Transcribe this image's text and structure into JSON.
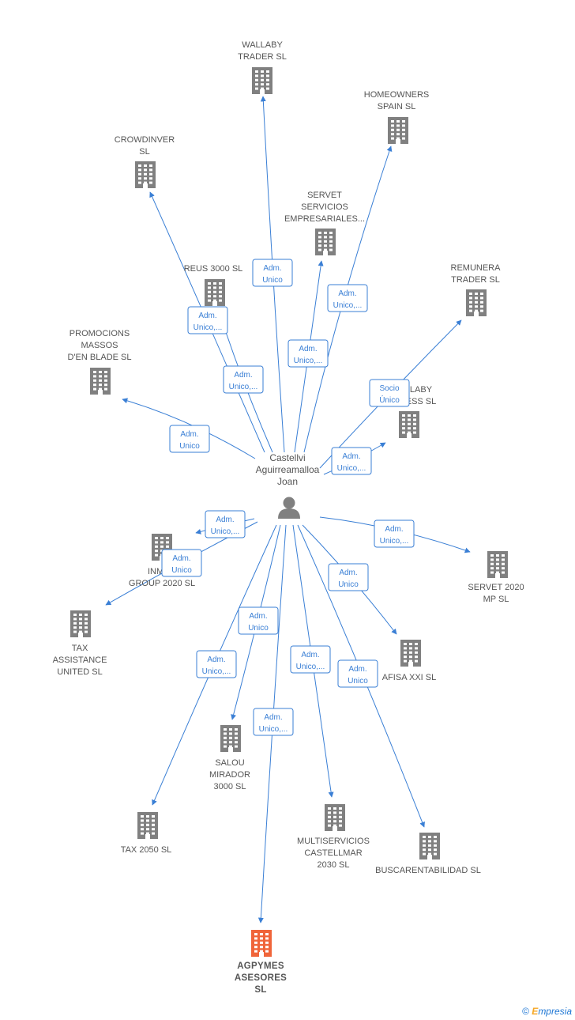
{
  "center": {
    "name_lines": [
      "Castellvi",
      "Aguirreamalloa",
      "Joan"
    ],
    "icon": "person-icon"
  },
  "colors": {
    "edge": "#3a7fd5",
    "building": "#808080",
    "building_primary": "#f0653a"
  },
  "nodes": [
    {
      "id": "wallaby-trader",
      "lines": [
        "WALLABY",
        "TRADER  SL"
      ],
      "primary": false
    },
    {
      "id": "homeowners-spain",
      "lines": [
        "HOMEOWNERS",
        "SPAIN  SL"
      ],
      "primary": false
    },
    {
      "id": "crowdinver",
      "lines": [
        "CROWDINVER",
        "SL"
      ],
      "primary": false
    },
    {
      "id": "servet-servicios",
      "lines": [
        "SERVET",
        "SERVICIOS",
        "EMPRESARIALES..."
      ],
      "primary": false
    },
    {
      "id": "reus-3000",
      "lines": [
        "REUS 3000  SL"
      ],
      "primary": false
    },
    {
      "id": "remunera-trader",
      "lines": [
        "REMUNERA",
        "TRADER SL"
      ],
      "primary": false
    },
    {
      "id": "promocions-massos",
      "lines": [
        "PROMOCIONS",
        "MASSOS",
        "D'EN BLADE  SL"
      ],
      "primary": false
    },
    {
      "id": "wallaby-business",
      "lines": [
        "LABY",
        "ESS  SL"
      ],
      "primary": false
    },
    {
      "id": "inmos-group",
      "lines": [
        "INMOS",
        "GROUP 2020  SL"
      ],
      "primary": false
    },
    {
      "id": "servet-2020-mp",
      "lines": [
        "SERVET 2020",
        "MP  SL"
      ],
      "primary": false
    },
    {
      "id": "tax-assistance",
      "lines": [
        "TAX",
        "ASSISTANCE",
        "UNITED  SL"
      ],
      "primary": false
    },
    {
      "id": "afisa-xxi",
      "lines": [
        "AFISA XXI  SL"
      ],
      "primary": false
    },
    {
      "id": "salou-mirador",
      "lines": [
        "SALOU",
        "MIRADOR",
        "3000  SL"
      ],
      "primary": false
    },
    {
      "id": "tax-2050",
      "lines": [
        "TAX 2050  SL"
      ],
      "primary": false
    },
    {
      "id": "multiservicios",
      "lines": [
        "MULTISERVICIOS",
        "CASTELLMAR",
        "2030  SL"
      ],
      "primary": false
    },
    {
      "id": "buscarentabilidad",
      "lines": [
        "BUSCARENTABILIDAD SL"
      ],
      "primary": false
    },
    {
      "id": "agpymes",
      "lines": [
        "AGPYMES",
        "ASESORES",
        "SL"
      ],
      "primary": true
    }
  ],
  "edges": [
    {
      "target": "wallaby-trader",
      "label": [
        "Adm.",
        "Unico"
      ]
    },
    {
      "target": "homeowners-spain",
      "label": [
        "Adm.",
        "Unico,..."
      ]
    },
    {
      "target": "crowdinver",
      "label": [
        "Adm.",
        "Unico,..."
      ]
    },
    {
      "target": "servet-servicios",
      "label": [
        "Adm.",
        "Unico,..."
      ]
    },
    {
      "target": "reus-3000",
      "label": [
        "Adm.",
        "Unico,..."
      ]
    },
    {
      "target": "remunera-trader",
      "label": [
        "Socio",
        "Único"
      ]
    },
    {
      "target": "promocions-massos",
      "label": [
        "Adm.",
        "Unico"
      ]
    },
    {
      "target": "wallaby-business",
      "label": [
        "Adm.",
        "Unico,..."
      ]
    },
    {
      "target": "inmos-group",
      "label": [
        "Adm.",
        "Unico,..."
      ]
    },
    {
      "target": "tax-assistance",
      "label": [
        "Adm.",
        "Unico"
      ]
    },
    {
      "target": "servet-2020-mp",
      "label": [
        "Adm.",
        "Unico,..."
      ]
    },
    {
      "target": "afisa-xxi",
      "label": [
        "Adm.",
        "Unico"
      ]
    },
    {
      "target": "salou-mirador",
      "label": [
        "Adm.",
        "Unico"
      ]
    },
    {
      "target": "tax-2050",
      "label": [
        "Adm.",
        "Unico,..."
      ]
    },
    {
      "target": "multiservicios",
      "label": [
        "Adm.",
        "Unico,..."
      ]
    },
    {
      "target": "buscarentabilidad",
      "label": [
        "Adm.",
        "Unico"
      ]
    },
    {
      "target": "agpymes",
      "label": [
        "Adm.",
        "Unico,..."
      ]
    }
  ],
  "brand": {
    "copyright": "©",
    "e": "E",
    "rest": "mpresia"
  }
}
